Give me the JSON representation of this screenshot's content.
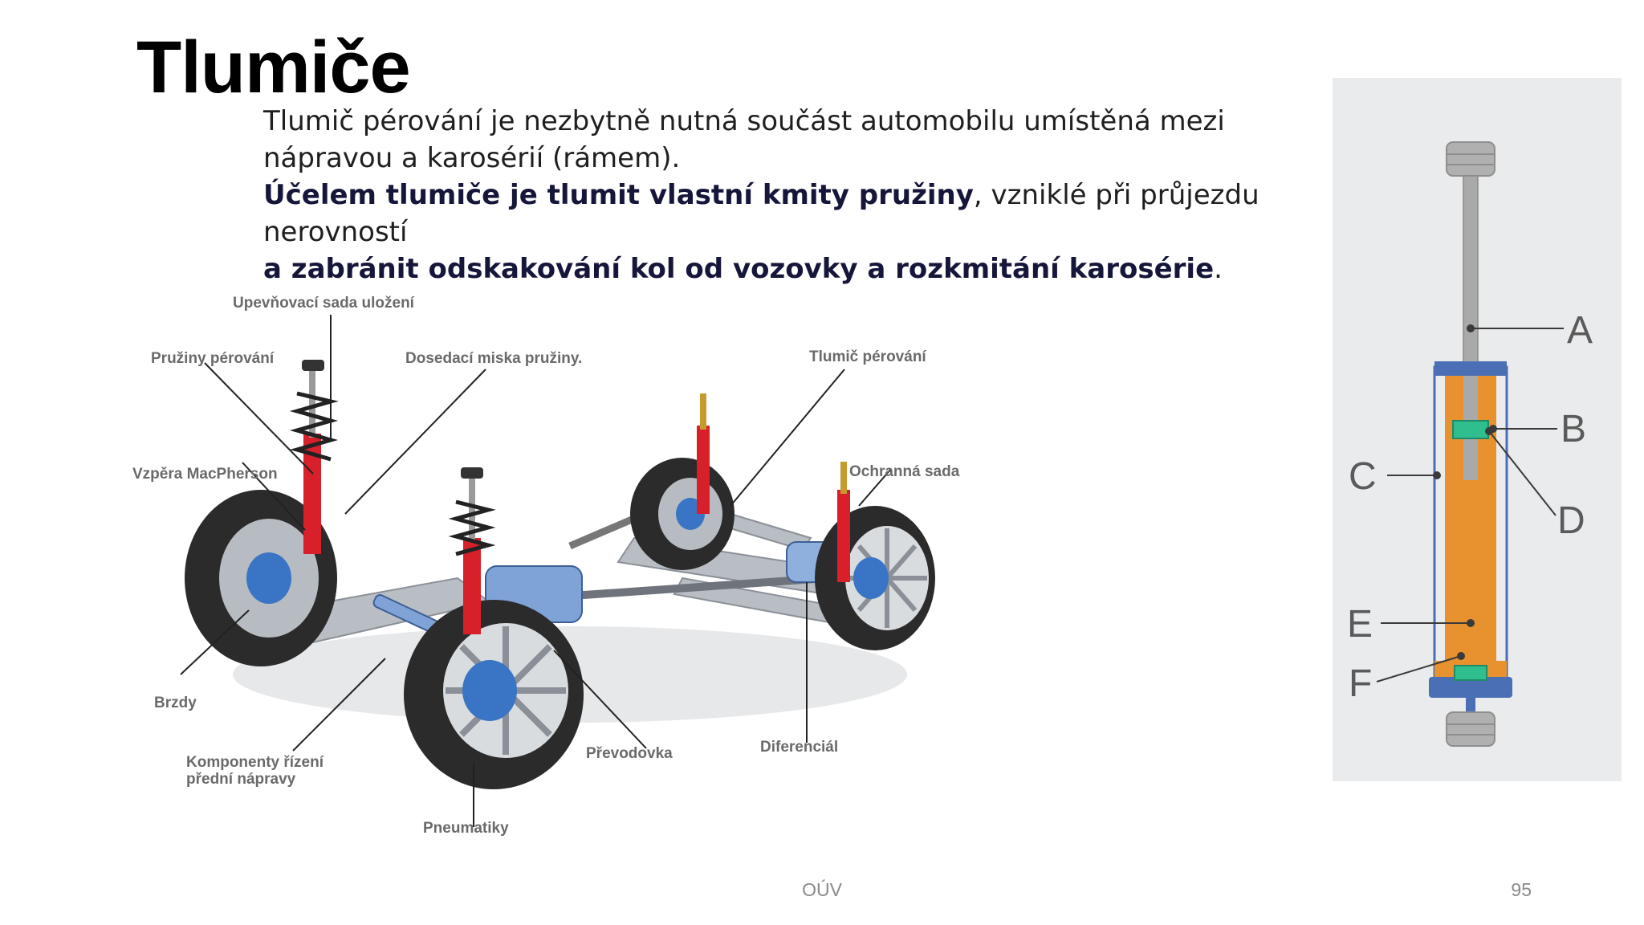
{
  "slide": {
    "title": "Tlumiče",
    "paragraph1": "Tlumič pérování je nezbytně nutná součást automobilu umístěná mezi nápravou a karosérií (rámem).",
    "p2_bold1": "Účelem tlumiče je ",
    "p2_bold2": "tlumit vlastní kmity pružiny",
    "p2_normal": ", vzniklé při průjezdu nerovností",
    "p2_bold3": "a zabránit odskakování kol od vozovky a rozkmitání karosérie",
    "p2_end": "."
  },
  "car_diagram": {
    "labels": {
      "mount_kit": "Upevňovací sada uložení",
      "springs": "Pružiny pérování",
      "spring_seat": "Dosedací miska pružiny.",
      "damper": "Tlumič pérování",
      "macpherson": "Vzpěra MacPherson",
      "protection_kit": "Ochranná sada",
      "brakes": "Brzdy",
      "steering_line1": "Komponenty řízení",
      "steering_line2": "přední nápravy",
      "gearbox": "Převodovka",
      "differential": "Diferenciál",
      "tyres": "Pneumatiky"
    },
    "colors": {
      "strut": "#d8202a",
      "hub": "#3a74c4",
      "frame": "#b9bec5",
      "tyre": "#2b2b2b"
    }
  },
  "shock_diagram": {
    "labels": {
      "a": "A",
      "b": "B",
      "c": "C",
      "d": "D",
      "e": "E",
      "f": "F"
    },
    "colors": {
      "background": "#e9ebec",
      "oil": "#e8922f",
      "cap": "#4a6fb5",
      "rod": "#a9a9a9",
      "valve": "#2fbf8f"
    }
  },
  "footer": {
    "center": "OÚV",
    "page": "95"
  }
}
